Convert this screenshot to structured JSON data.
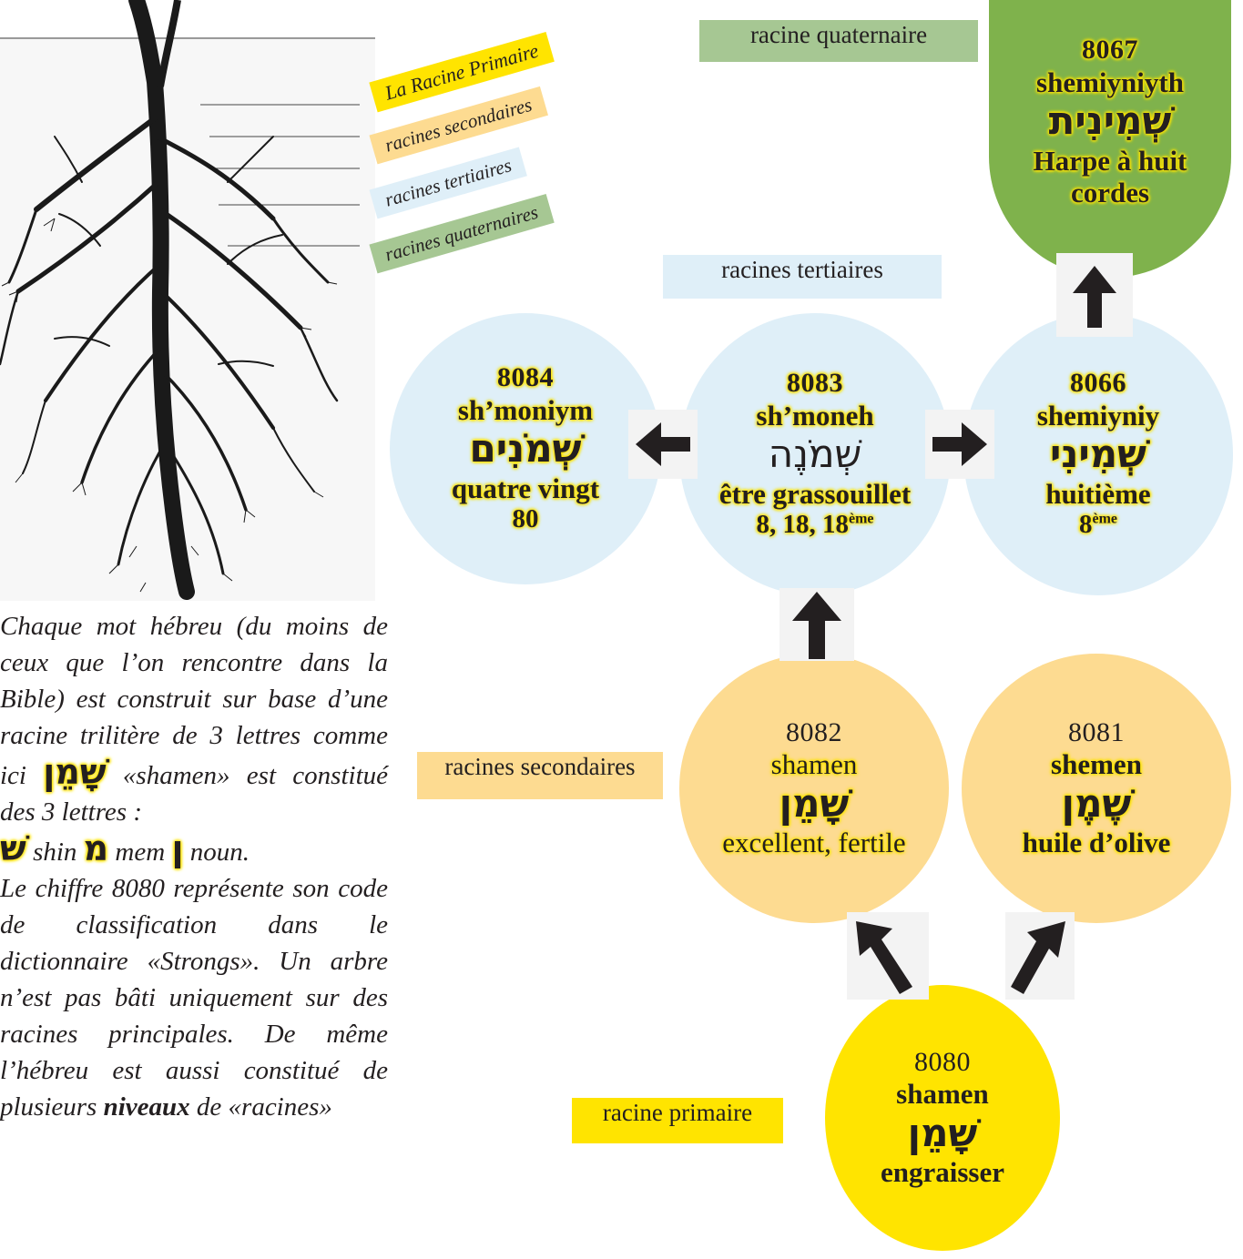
{
  "legend": {
    "primary": "La Racine Primaire",
    "secondary": "racines secondaires",
    "tertiary": "racines tertiaires",
    "quaternary": "racines quaternaires"
  },
  "labels": {
    "quaternary": "racine quaternaire",
    "tertiary": "racines tertiaires",
    "secondary": "racines secondaires",
    "primary": "racine primaire"
  },
  "nodes": {
    "n8067": {
      "code": "8067",
      "translit": "shemiyniyth",
      "hebrew": "שְׁמִינִית",
      "meaning": "Harpe à huit",
      "meaning2": "cordes"
    },
    "n8084": {
      "code": "8084",
      "translit": "sh’moniym",
      "hebrew": "שְׁמֹנִים",
      "meaning": "quatre vingt",
      "extra": "80"
    },
    "n8083": {
      "code": "8083",
      "translit": "sh’moneh",
      "hebrew": "שְׁמֹנֶה",
      "meaning": "être grassouillet",
      "extra": "8, 18, 18",
      "extra_sup": "ème"
    },
    "n8066": {
      "code": "8066",
      "translit": "shemiyniy",
      "hebrew": "שְׁמִינִי",
      "meaning": "huitième",
      "extra": "8",
      "extra_sup": "ème"
    },
    "n8082": {
      "code": "8082",
      "translit": "shamen",
      "hebrew": "שָׁמֵן",
      "meaning": "excellent, fertile"
    },
    "n8081": {
      "code": "8081",
      "translit": "shemen",
      "hebrew": "שֶׁמֶן",
      "meaning": "huile d’olive"
    },
    "n8080": {
      "code": "8080",
      "translit": "shamen",
      "hebrew": "שָׁמֵן",
      "meaning": "engraisser"
    }
  },
  "colors": {
    "primary": "#ffe400",
    "secondary": "#fddb91",
    "tertiary": "#dfeff8",
    "quaternary": "#7fb24c",
    "quaternary_label": "#a6c793"
  },
  "paragraph": {
    "p1_a": "Chaque mot hébreu (du moins de ceux que l’on rencontre dans la Bible) est construit sur base d’une racine trilitère de 3 lettres comme ici",
    "p1_heb": "שָׁמֵן",
    "p1_b": "«shamen» est constitué des 3 lettres :",
    "l_shin": "שׁ",
    "l_shin_name": "shin",
    "l_mem": "מ",
    "l_mem_name": "mem",
    "l_noun": "ן",
    "l_noun_name": "noun.",
    "p2_a": "Le chiffre 8080 représente son code de classification dans le dictionnaire «Strongs». Un arbre n’est pas bâti uniquement sur des racines principales. De même l’hébreu est aussi constitué de plusieurs",
    "p2_bold": "niveaux",
    "p2_b": "de «racines»"
  }
}
